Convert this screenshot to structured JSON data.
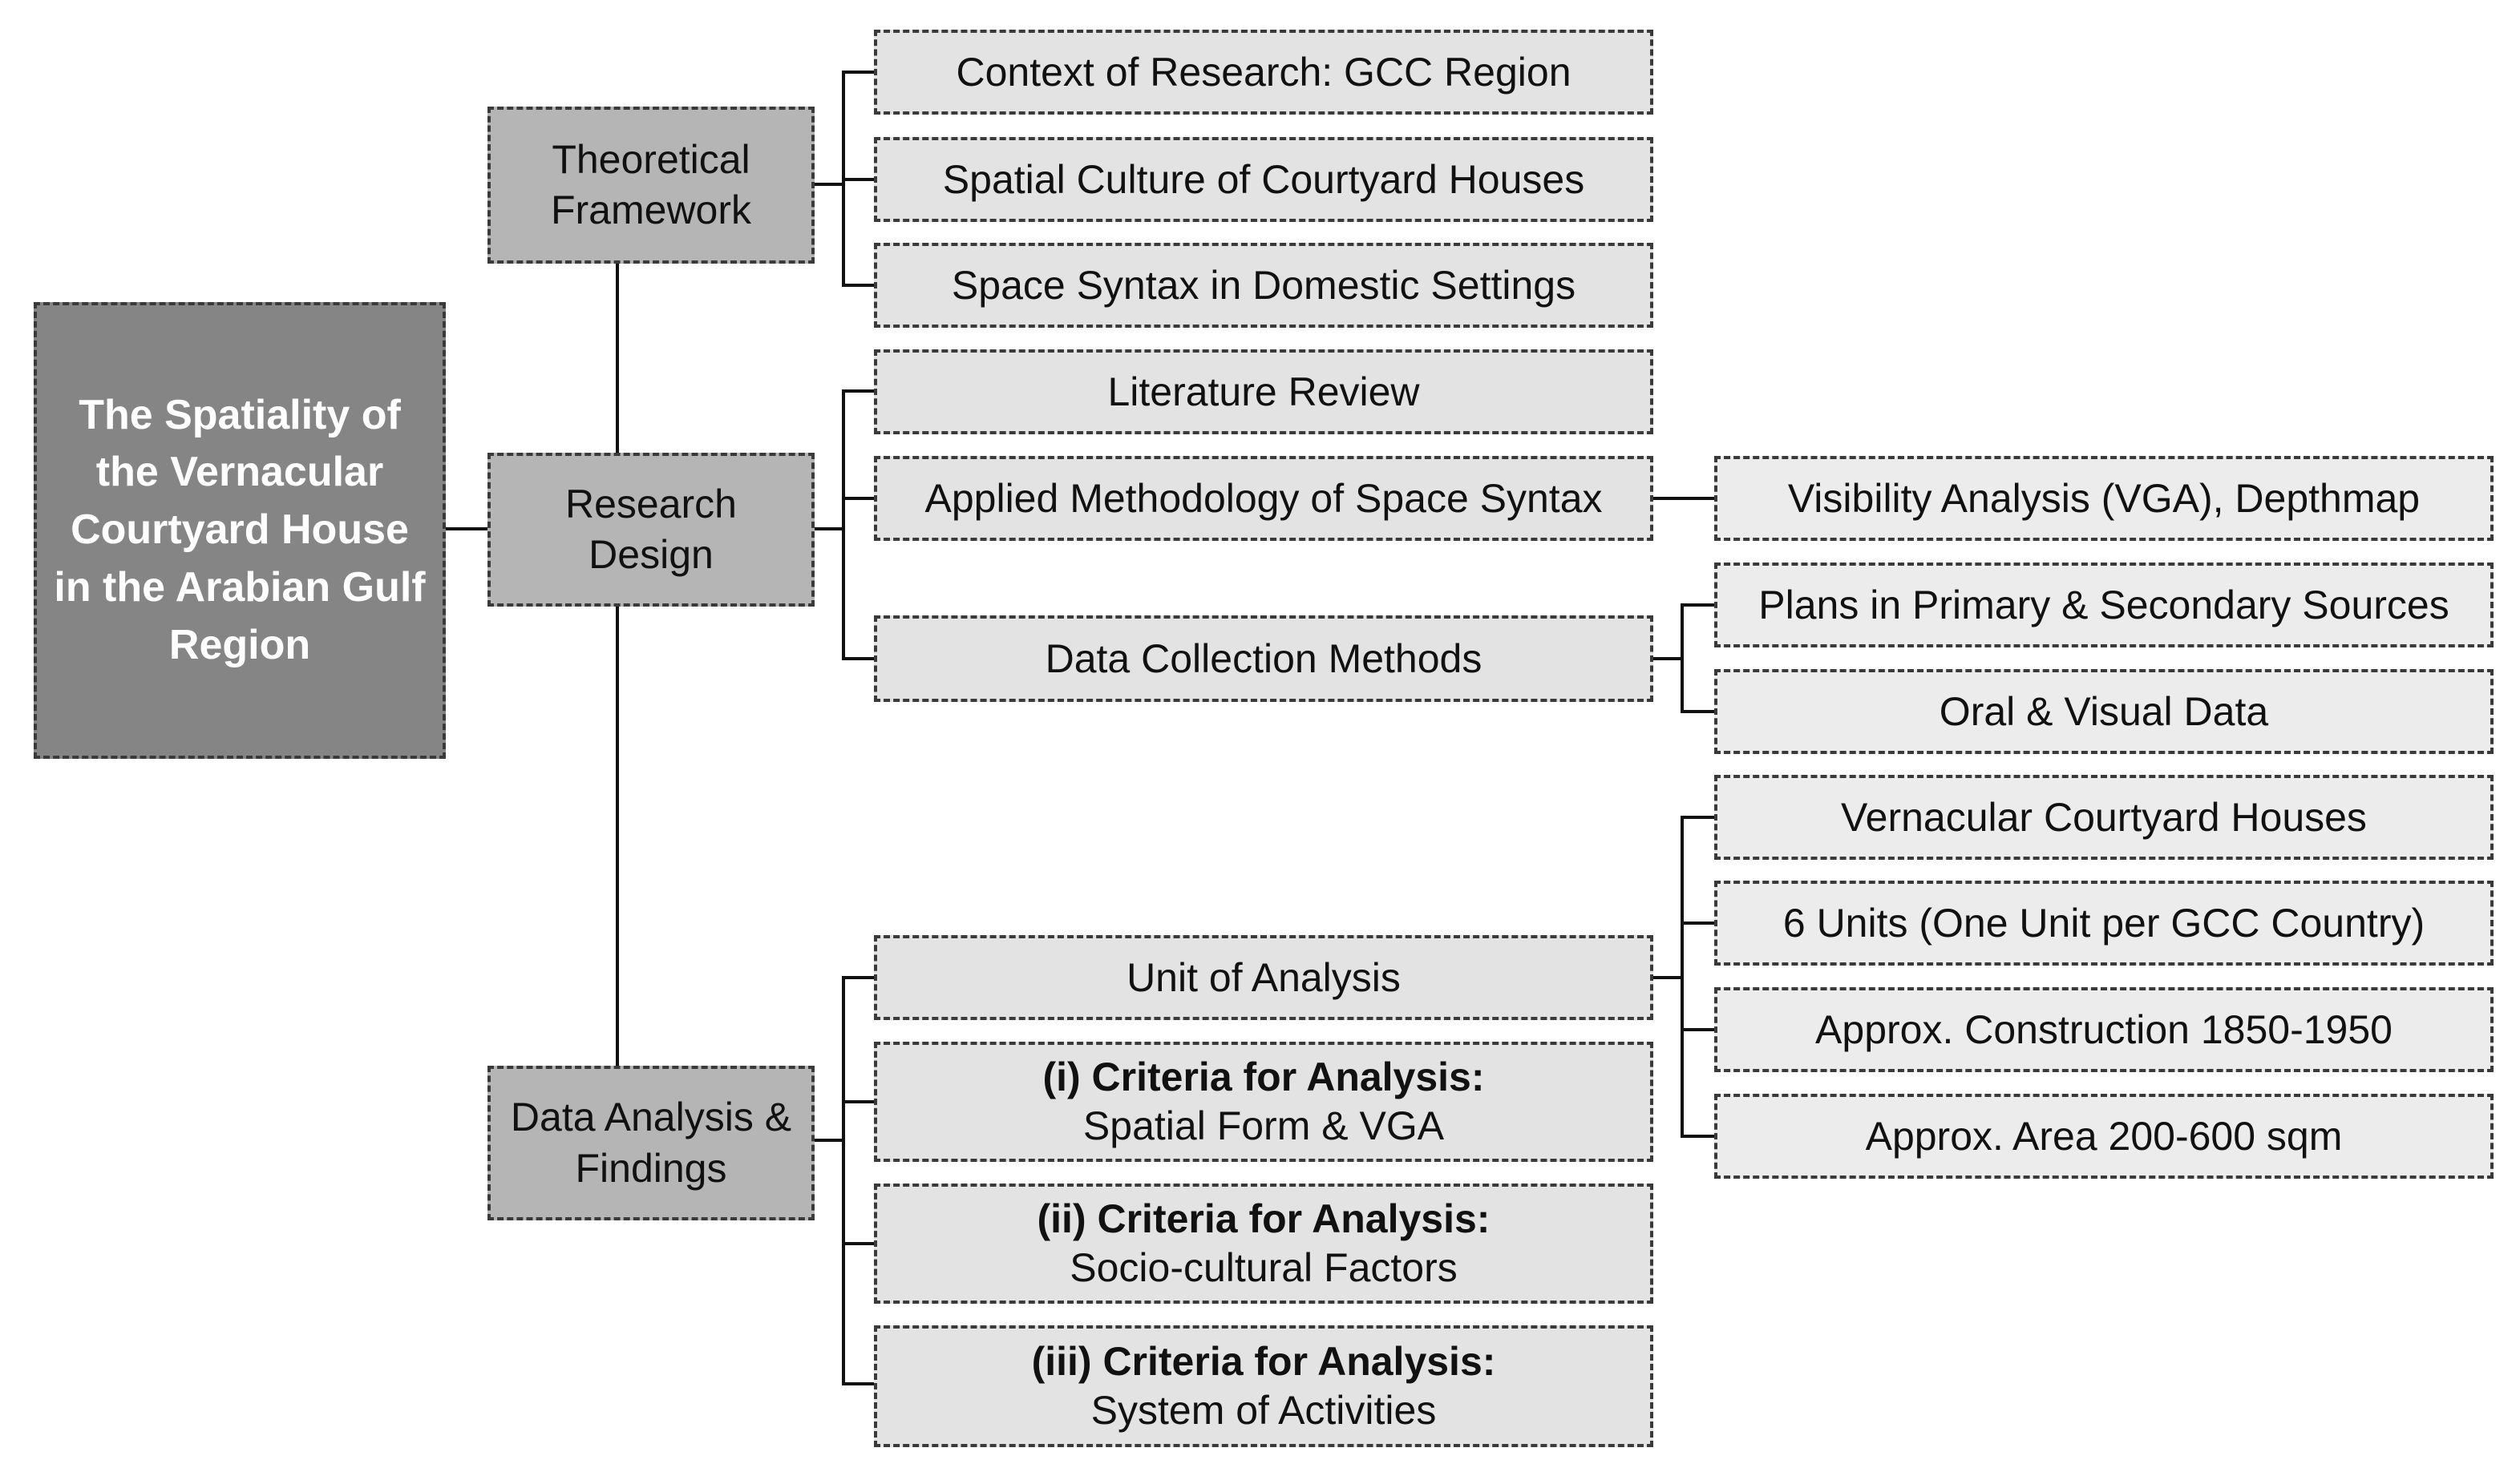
{
  "root": {
    "title": "The Spatiality of the Vernacular Courtyard House in the Arabian Gulf Region"
  },
  "theoretical_framework": {
    "label": "Theoretical Framework",
    "items": [
      "Context of Research: GCC Region",
      "Spatial Culture of Courtyard Houses",
      "Space Syntax in Domestic Settings"
    ]
  },
  "research_design": {
    "label": "Research Design",
    "items": [
      "Literature Review",
      "Applied Methodology of Space Syntax",
      "Data Collection Methods"
    ],
    "methodology_detail": "Visibility Analysis (VGA), Depthmap",
    "data_collection_detail": [
      "Plans in Primary & Secondary Sources",
      "Oral & Visual Data"
    ]
  },
  "data_analysis": {
    "label": "Data Analysis & Findings",
    "unit_of_analysis": "Unit of Analysis",
    "unit_details": [
      "Vernacular Courtyard Houses",
      "6 Units (One Unit per GCC Country)",
      "Approx. Construction 1850-1950",
      "Approx. Area 200-600 sqm"
    ],
    "criteria": [
      {
        "title": "(i) Criteria for Analysis:",
        "subtitle": "Spatial Form & VGA"
      },
      {
        "title": "(ii) Criteria for Analysis:",
        "subtitle": "Socio-cultural Factors"
      },
      {
        "title": "(iii) Criteria for Analysis:",
        "subtitle": "System of Activities"
      }
    ]
  }
}
